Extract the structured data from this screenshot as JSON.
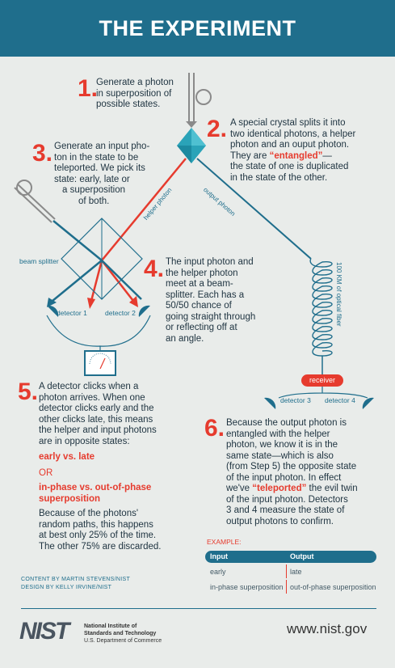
{
  "header": {
    "title": "THE EXPERIMENT"
  },
  "steps": [
    {
      "num": "1.",
      "lines": [
        "Generate a photon",
        "in superposition of",
        "possible states."
      ]
    },
    {
      "num": "2.",
      "lines": [
        "A special crystal splits it into",
        "two identical photons, a helper",
        "photon and an ouput photon."
      ],
      "l4a": "They are ",
      "l4red": "“entangled”",
      "l4b": "—",
      "lines2": [
        "the state of one is duplicated",
        "in the state of the other."
      ]
    },
    {
      "num": "3.",
      "lines": [
        "Generate an input pho-",
        "ton in the state to be",
        "teleported. We pick its",
        "state: early, late or",
        "a superposition",
        "of both."
      ]
    },
    {
      "num": "4.",
      "lines": [
        "The input photon and",
        "the helper photon",
        "meet at a beam-",
        "splitter. Each has a",
        "50/50 chance of",
        "going straight through",
        "or reflecting off at",
        "an angle."
      ]
    },
    {
      "num": "5.",
      "lines": [
        "A detector clicks when a",
        "photon arrives. When one",
        "detector clicks early and the",
        "other clicks late, this means",
        "the helper and input photons",
        "are in opposite states:"
      ],
      "red1": "early vs. late",
      "or": "OR",
      "red2a": "in-phase vs. out-of-phase",
      "red2b": "superposition",
      "lines3": [
        "Because of the photons'",
        "random paths, this happens",
        "at best only 25% of the time.",
        "The other 75% are discarded."
      ]
    },
    {
      "num": "6.",
      "lines": [
        "Because the output photon is",
        "entangled with the helper",
        "photon, we know it is in the",
        "same state—which is also",
        "(from Step 5) the opposite state",
        "of the input photon. In effect"
      ],
      "l7a": "we've ",
      "l7red": "“teleported”",
      "l7b": " the evil twin",
      "lines2": [
        "of the input photon. Detectors",
        "3 and 4 measure the state of",
        "output photons to confirm."
      ]
    }
  ],
  "labels": {
    "beam_splitter": "beam splitter",
    "detector1": "detector 1",
    "detector2": "detector 2",
    "detector3": "detector 3",
    "detector4": "detector 4",
    "helper_photon": "helper photon",
    "output_photon": "output photon",
    "fiber": "100 KM of optical fiber",
    "receiver": "receiver"
  },
  "example": {
    "label": "EXAMPLE:",
    "headers": [
      "Input",
      "Output"
    ],
    "rows": [
      [
        "early",
        "late"
      ],
      [
        "in-phase superposition",
        "out-of-phase superposition"
      ]
    ]
  },
  "credits": [
    "CONTENT BY MARTIN STEVENS/NIST",
    "DESIGN BY KELLY IRVINE/NIST"
  ],
  "footer": {
    "logo": "NIST",
    "org": [
      "National Institute of",
      "Standards and Technology",
      "U.S. Department of Commerce"
    ],
    "url": "www.nist.gov"
  },
  "colors": {
    "accent": "#e63b2e",
    "brand": "#1f6e8c",
    "background": "#e9ecea",
    "crystal": "#2aa3b8"
  }
}
